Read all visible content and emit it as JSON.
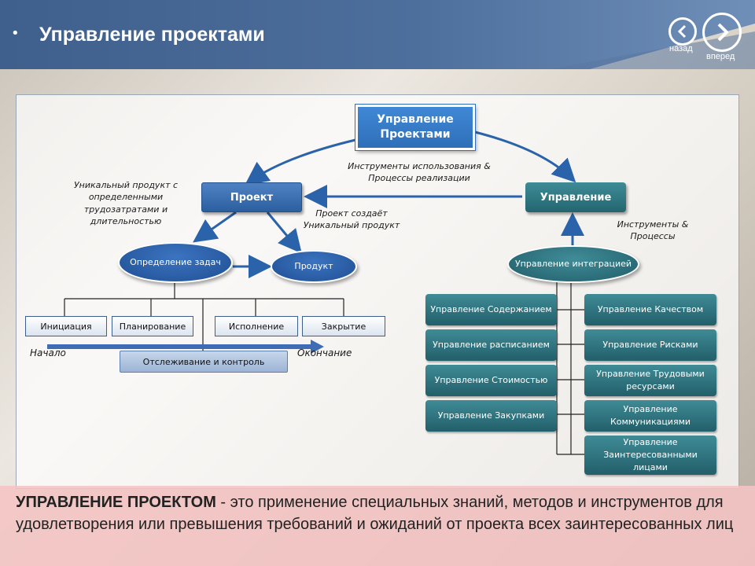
{
  "header": {
    "title": "Управление проектами",
    "back_label": "назад",
    "forward_label": "вперед"
  },
  "diagram": {
    "top_node": "Управление Проектами",
    "project_node": "Проект",
    "management_node": "Управление",
    "task_definition": "Определение задач",
    "product": "Продукт",
    "integration": "Управление интеграцией",
    "phases": [
      "Инициация",
      "Планирование",
      "Исполнение",
      "Закрытие"
    ],
    "tracking": "Отслеживание и контроль",
    "start_label": "Начало",
    "end_label": "Окончание",
    "notes": {
      "unique_product": "Уникальный продукт с определенными трудозатратами и длительностью",
      "tools_usage": "Инструменты использования & Процессы реализации",
      "project_creates": "Проект создаёт Уникальный продукт",
      "tools_processes": "Инструменты & Процессы"
    },
    "areas_left": [
      "Управление Содержанием",
      "Управление расписанием",
      "Управление Стоимостью",
      "Управление Закупками"
    ],
    "areas_right": [
      "Управление Качеством",
      "Управление Рисками",
      "Управление Трудовыми ресурсами",
      "Управление Коммуникациями",
      "Управление Заинтересованными лицами"
    ]
  },
  "footer": {
    "term": "УПРАВЛЕНИЕ ПРОЕКТОМ",
    "definition": " - это применение специальных знаний, методов и инструментов для удовлетворения или превышения требований и ожиданий от проекта всех заинтересованных лиц"
  },
  "colors": {
    "header_blue": "#4d6f9c",
    "node_blue": "#2f6fb8",
    "node_teal": "#23656f",
    "footer_pink": "#f4c4c4"
  }
}
